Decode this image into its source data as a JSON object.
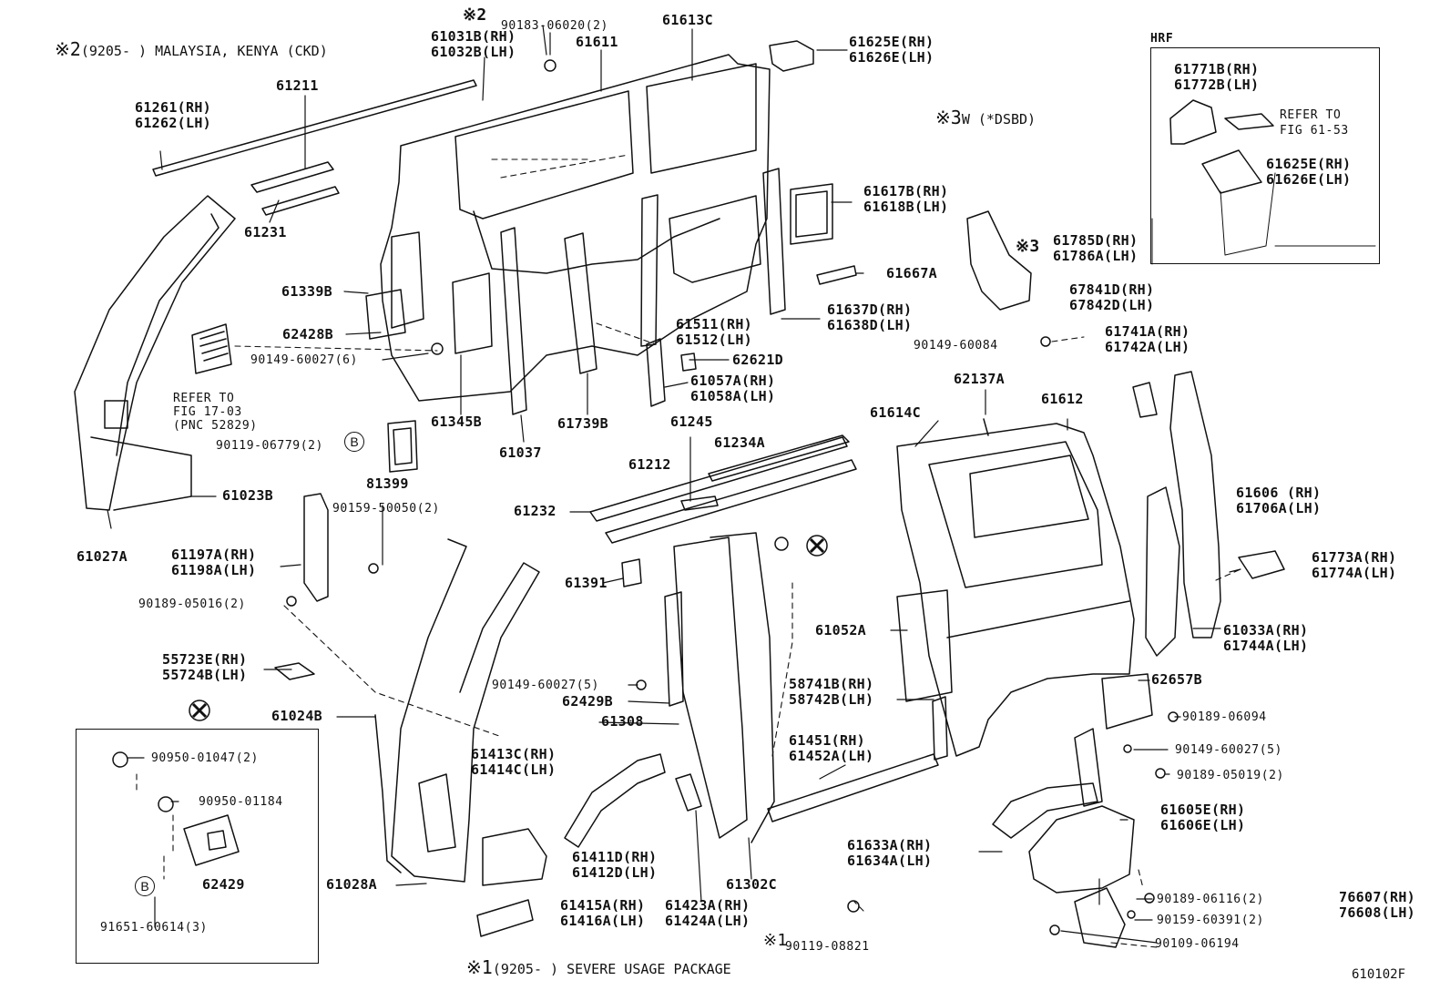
{
  "notes": {
    "n2_mark": "※2",
    "n2_text": "(9205-        ) MALAYSIA, KENYA (CKD)",
    "n3_mark": "※3",
    "n3_text": "W (*DSBD)",
    "n1_mark": "※1",
    "n1_text": "(9205-        ) SEVERE USAGE PACKAGE",
    "fig_code": "610102F"
  },
  "hrf": {
    "title": "HRF",
    "refer": "REFER TO\nFIG 61-53",
    "p1": "61771B(RH)\n61772B(LH)",
    "p2": "61625E(RH)\n61626E(LH)"
  },
  "labels": {
    "l61261": "61261(RH)\n61262(LH)",
    "l61211": "61211",
    "l61231": "61231",
    "l61031": "61031B(RH)\n61032B(LH)",
    "l90183": "90183-06020(2)",
    "l61611": "61611",
    "l61613": "61613C",
    "l61625": "61625E(RH)\n61626E(LH)",
    "l61617": "61617B(RH)\n61618B(LH)",
    "l61785": "61785D(RH)\n61786A(LH)",
    "l61667": "61667A",
    "l61637": "61637D(RH)\n61638D(LH)",
    "l67841": "67841D(RH)\n67842D(LH)",
    "l61511": "61511(RH)\n61512(LH)",
    "l90149a": "90149-60084",
    "l61741": "61741A(RH)\n61742A(LH)",
    "l61339": "61339B",
    "l62428": "62428B",
    "l90149b": "90149-60027(6)",
    "l62621": "62621D",
    "l61057": "61057A(RH)\n61058A(LH)",
    "refer17": "REFER TO\nFIG 17-03\n(PNC 52829)",
    "l61345": "61345B",
    "l61037": "61037",
    "l61739": "61739B",
    "l62137": "62137A",
    "l61612": "61612",
    "l61614": "61614C",
    "l90119a": "90119-06779(2)",
    "l61245": "61245",
    "l61234": "61234A",
    "l81399": "81399",
    "l61212": "61212",
    "l61023": "61023B",
    "l90159a": "90159-50050(2)",
    "l61232": "61232",
    "l61606": "61606 (RH)\n61706A(LH)",
    "l61027": "61027A",
    "l61197": "61197A(RH)\n61198A(LH)",
    "l61391": "61391",
    "l61773": "61773A(RH)\n61774A(LH)",
    "l90189a": "90189-05016(2)",
    "l61052": "61052A",
    "l61033": "61033A(RH)\n61744A(LH)",
    "l55723": "55723E(RH)\n55724B(LH)",
    "l90149c": "90149-60027(5)",
    "l62429b": "62429B",
    "l58741": "58741B(RH)\n58742B(LH)",
    "l62657": "62657B",
    "l61024": "61024B",
    "l61308": "61308",
    "l90189b": "90189-06094",
    "l90950a": "90950-01047(2)",
    "l61413": "61413C(RH)\n61414C(LH)",
    "l61451": "61451(RH)\n61452A(LH)",
    "l90149d": "90149-60027(5)",
    "l90189c": "90189-05019(2)",
    "l90950b": "90950-01184",
    "l61605": "61605E(RH)\n61606E(LH)",
    "l61411": "61411D(RH)\n61412D(LH)",
    "l61633": "61633A(RH)\n61634A(LH)",
    "l62429": "62429",
    "l61028": "61028A",
    "l61302": "61302C",
    "l90189d": "90189-06116(2)",
    "l76607": "76607(RH)\n76608(LH)",
    "l91651": "91651-60614(3)",
    "l61415": "61415A(RH)\n61416A(LH)",
    "l61423": "61423A(RH)\n61424A(LH)",
    "l90159b": "90159-60391(2)",
    "l90109": "90109-06194",
    "l90119b_mark": "※1",
    "l90119b": "90119-08821",
    "l2mark": "※2",
    "l3mark": "※3",
    "circB": "B"
  }
}
